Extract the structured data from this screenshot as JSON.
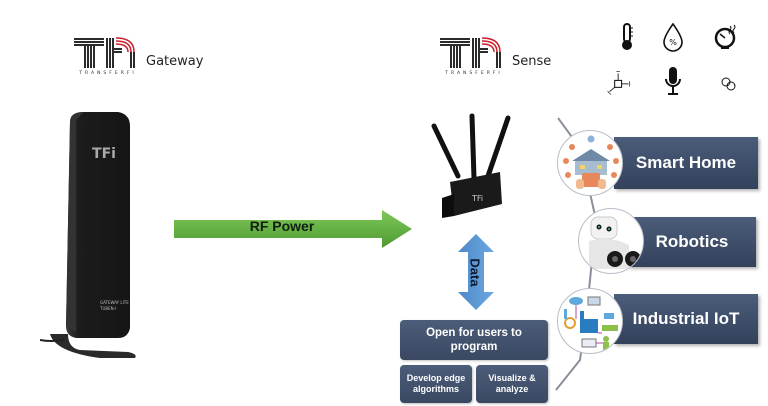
{
  "gateway": {
    "brand_wordmark": "TRANSFERFI",
    "brand_logo": "TFi",
    "label": "Gateway",
    "device_model_line1": "GATEWAY LITE",
    "device_model_line2": "TUBEN-I"
  },
  "sense": {
    "brand_wordmark": "TRANSFERFI",
    "brand_logo": "TFi",
    "label": "Sense",
    "device_logo": "TFi"
  },
  "flows": {
    "rf_power_label": "RF Power",
    "data_label": "Data"
  },
  "programming": {
    "main_box": "Open for users to program",
    "sub_boxes": [
      "Develop edge algorithms",
      "Visualize & analyze"
    ]
  },
  "sensors": [
    {
      "icon": "thermometer-icon",
      "meaning": "temperature"
    },
    {
      "icon": "humidity-drop-icon",
      "meaning": "humidity"
    },
    {
      "icon": "pressure-gauge-icon",
      "meaning": "pressure"
    },
    {
      "icon": "motion-axes-icon",
      "meaning": "motion"
    },
    {
      "icon": "microphone-icon",
      "meaning": "sound"
    },
    {
      "icon": "light-sensor-icon",
      "meaning": "light"
    }
  ],
  "applications": [
    {
      "label": "Smart Home",
      "image": "smart-home-illustration"
    },
    {
      "label": "Robotics",
      "image": "robot-illustration"
    },
    {
      "label": "Industrial IoT",
      "image": "industrial-iot-illustration"
    }
  ],
  "colors": {
    "rf_arrow": "#6ab04c",
    "data_arrow": "#5b9bd5",
    "navy_box": "#44546f",
    "logo_red": "#c8202c",
    "logo_dark": "#2b2b2b"
  }
}
